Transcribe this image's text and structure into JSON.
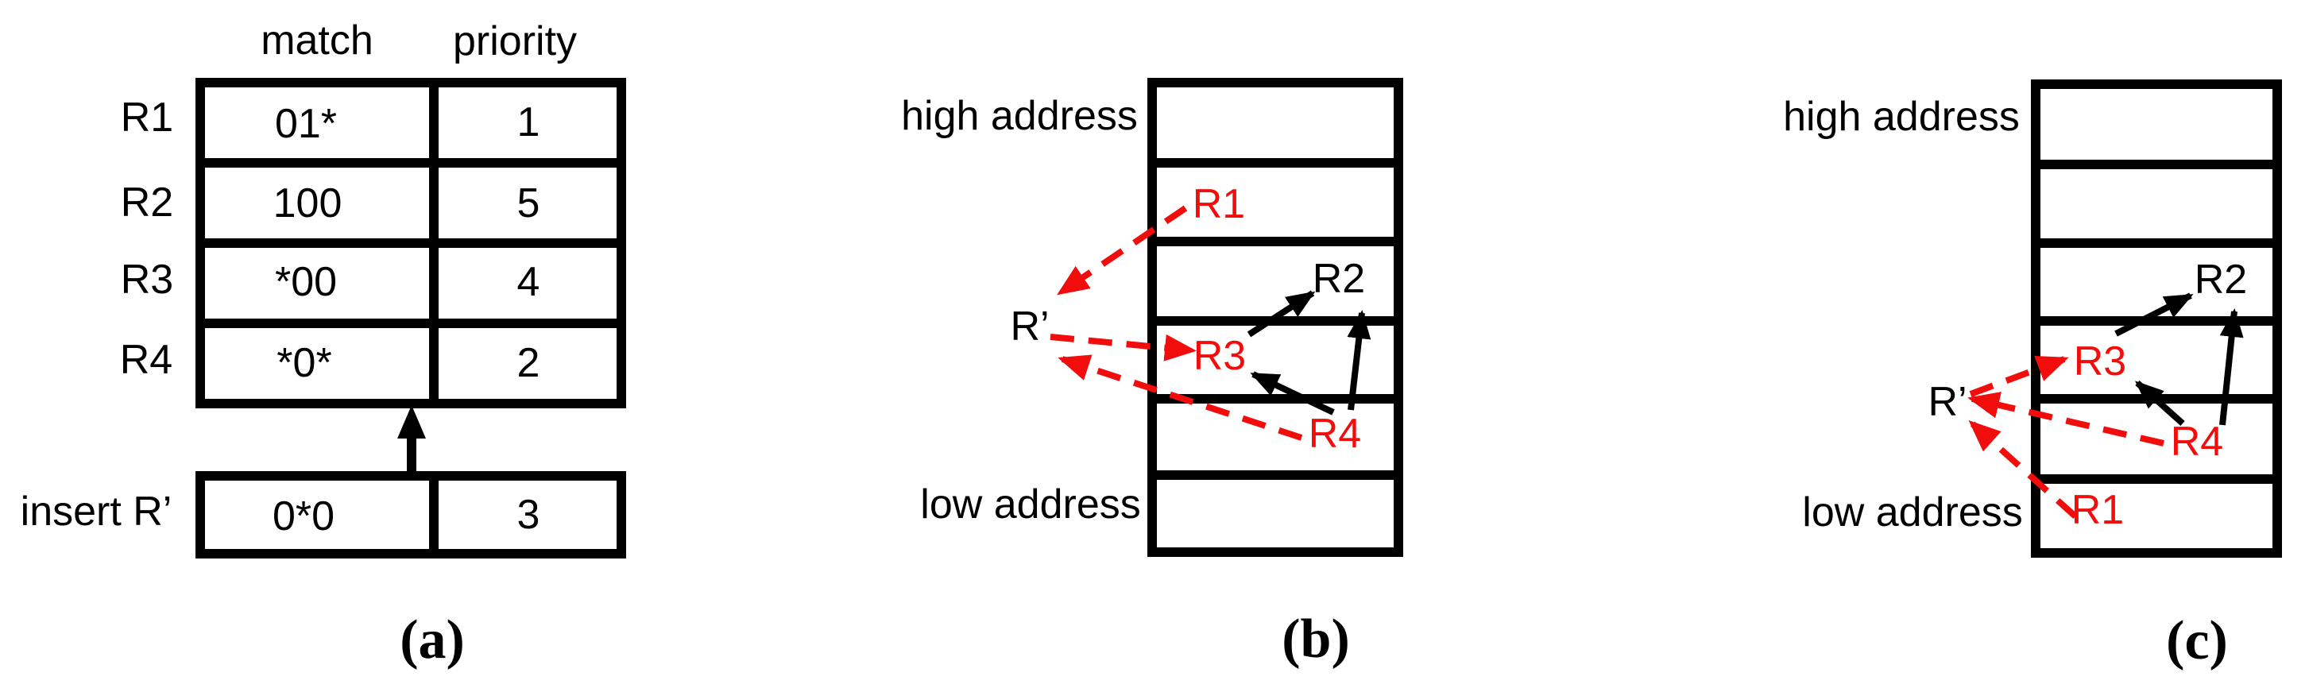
{
  "colors": {
    "line_black": "#000000",
    "accent_red": "#f20d0d",
    "background": "#ffffff"
  },
  "panel_a": {
    "caption": "(a)",
    "col_headers": [
      "match",
      "priority"
    ],
    "rows": [
      {
        "label": "R1",
        "match": "01*",
        "priority": "1"
      },
      {
        "label": "R2",
        "match": "100",
        "priority": "5"
      },
      {
        "label": "R3",
        "match": "*00",
        "priority": "4"
      },
      {
        "label": "R4",
        "match": "*0*",
        "priority": "2"
      }
    ],
    "insert_row": {
      "label": "insert R’",
      "match": "0*0",
      "priority": "3"
    }
  },
  "panel_b": {
    "caption": "(b)",
    "high_label": "high address",
    "low_label": "low address",
    "nodes": {
      "r_prime": "R’",
      "r1": "R1",
      "r2": "R2",
      "r3": "R3",
      "r4": "R4"
    },
    "solid_arrows": [
      {
        "from": "R3",
        "to": "R2"
      },
      {
        "from": "R4",
        "to": "R3"
      },
      {
        "from": "R4",
        "to": "R2"
      }
    ],
    "dashed_arrows": [
      {
        "from": "R1",
        "to": "R’"
      },
      {
        "from": "R’",
        "to": "R3"
      },
      {
        "from": "R4",
        "to": "R’"
      }
    ]
  },
  "panel_c": {
    "caption": "(c)",
    "high_label": "high address",
    "low_label": "low address",
    "nodes": {
      "r_prime": "R’",
      "r1": "R1",
      "r2": "R2",
      "r3": "R3",
      "r4": "R4"
    },
    "solid_arrows": [
      {
        "from": "R3",
        "to": "R2"
      },
      {
        "from": "R4",
        "to": "R3"
      },
      {
        "from": "R4",
        "to": "R2"
      }
    ],
    "dashed_arrows": [
      {
        "from": "R’",
        "to": "R3"
      },
      {
        "from": "R4",
        "to": "R’"
      },
      {
        "from": "R1",
        "to": "R’"
      }
    ]
  }
}
